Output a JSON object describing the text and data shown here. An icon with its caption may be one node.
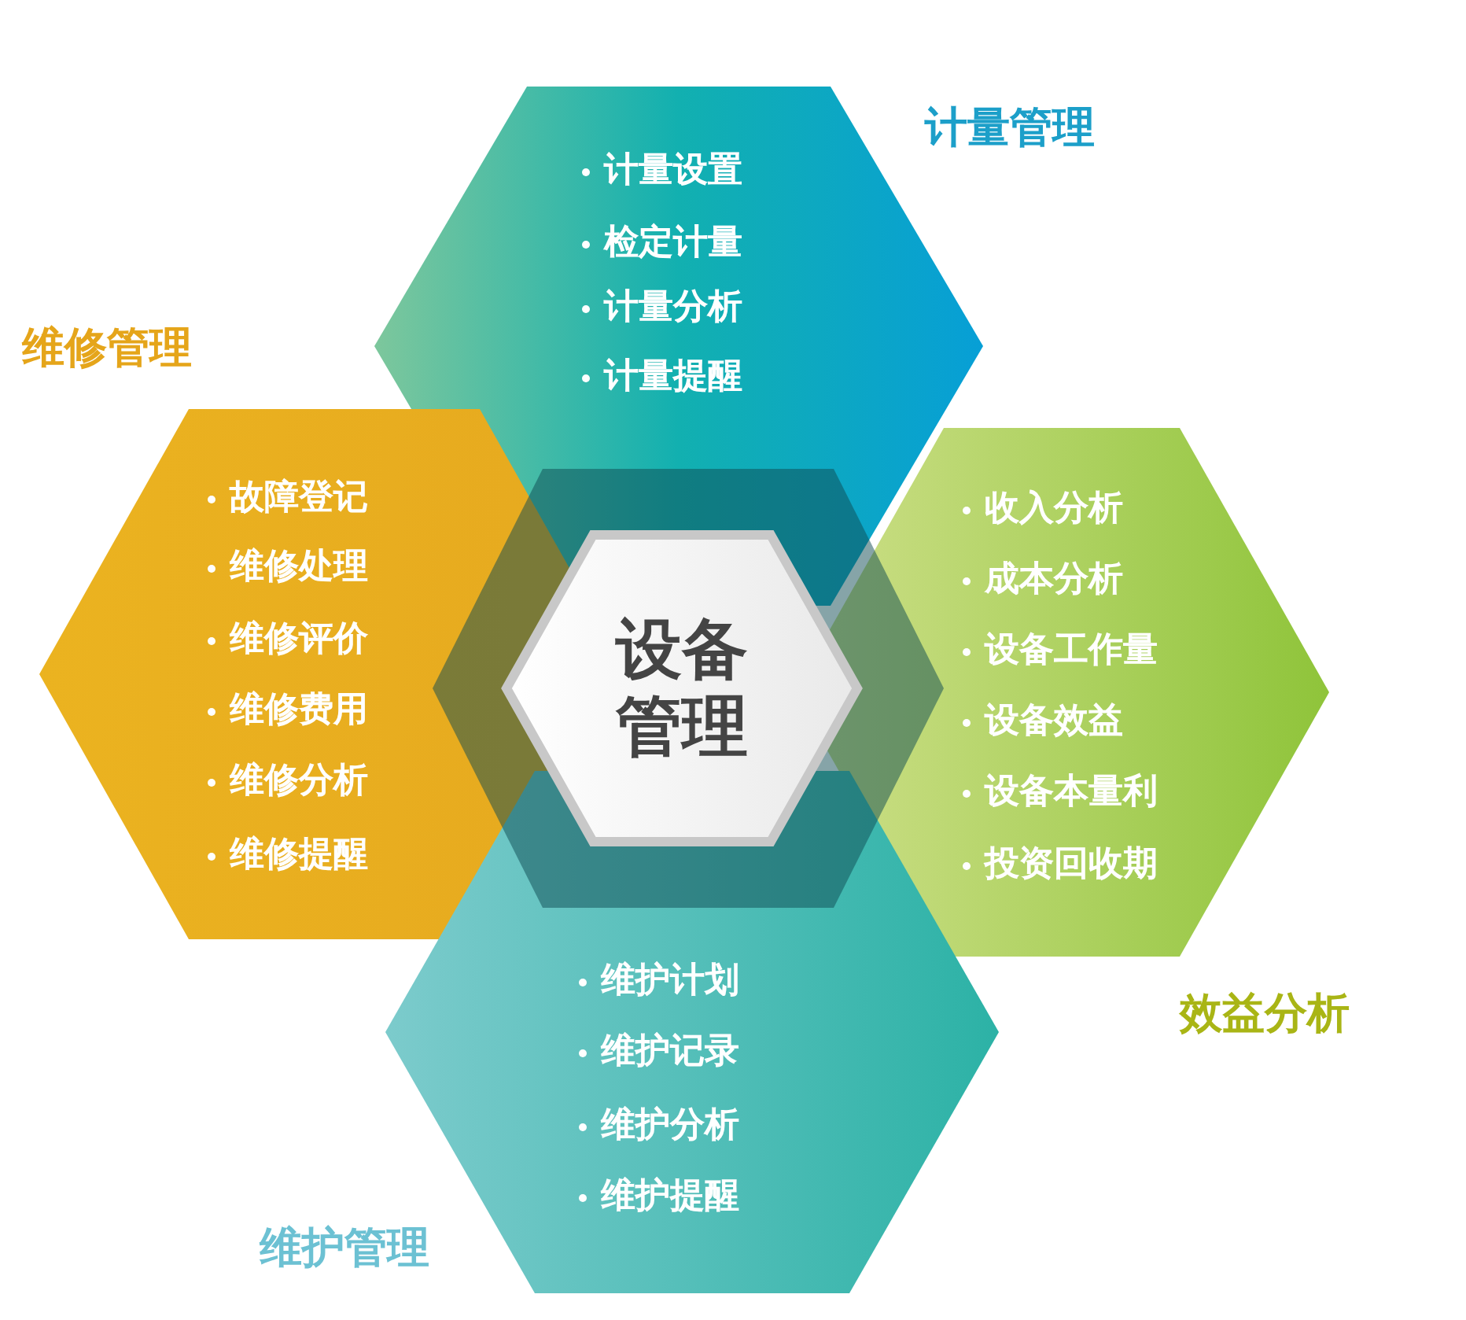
{
  "diagram": {
    "nodes": [
      {
        "text": [
          "设备管理"
        ]
      },
      {
        "text": [
          "计量管理",
          "计量设置",
          "检定计量",
          "计量分析",
          "计量提醒"
        ]
      },
      {
        "text": [
          "维修管理",
          "故障登记",
          "维修处理",
          "维修评价",
          "维修费用",
          "维修分析",
          "维修提醒"
        ]
      },
      {
        "text": [
          "收入分析",
          "成本分析",
          "设备工作量",
          "设备效益",
          "设备本量利",
          "投资回收期",
          "效益分析"
        ]
      },
      {
        "text": [
          "维护计划",
          "维护记录",
          "维护分析",
          "维护提醒",
          "维护管理"
        ]
      }
    ]
  }
}
